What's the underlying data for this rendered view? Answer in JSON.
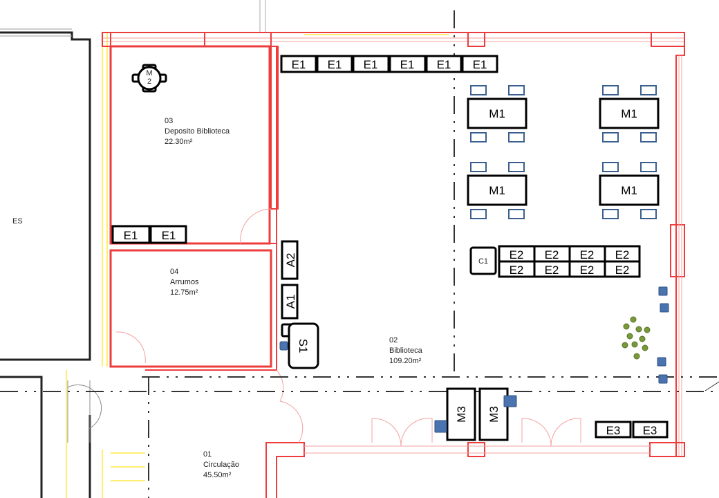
{
  "rooms": [
    {
      "number": "03",
      "name": "Deposito Biblioteca",
      "area": "22.30m²"
    },
    {
      "number": "04",
      "name": "Arrumos",
      "area": "12.75m²"
    },
    {
      "number": "02",
      "name": "Biblioteca",
      "area": "109.20m²"
    },
    {
      "number": "01",
      "name": "Circulação",
      "area": "45.50m²"
    }
  ],
  "edge_label": "ES",
  "furniture": {
    "shelves_top": [
      "E1",
      "E1",
      "E1",
      "E1",
      "E1",
      "E1"
    ],
    "shelves_deposit": [
      "E1",
      "E1"
    ],
    "tables": [
      "M1",
      "M1",
      "M1",
      "M1"
    ],
    "round_table": {
      "line1": "M",
      "line2": "2"
    },
    "cabinets": [
      "A2",
      "A1"
    ],
    "sofa": "S1",
    "counter": "C1",
    "shelves_e2": [
      "E2",
      "E2",
      "E2",
      "E2",
      "E2",
      "E2",
      "E2",
      "E2"
    ],
    "tables_m3": [
      "M3",
      "M3"
    ],
    "shelves_e3": [
      "E3",
      "E3"
    ]
  },
  "colors": {
    "wall": "#ee3b3b",
    "chair": "#3a5f8f",
    "equipment": "#4a74b0",
    "plant": "#7a9a3a"
  }
}
